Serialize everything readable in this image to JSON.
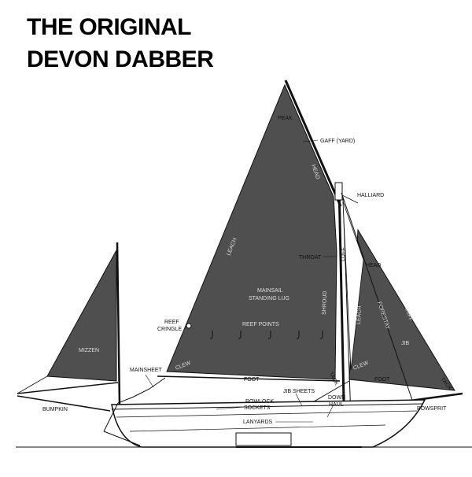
{
  "title": {
    "line1": "THE ORIGINAL",
    "line2": "DEVON DABBER"
  },
  "colors": {
    "sail": "#4f4f4f",
    "ink": "#111111",
    "background": "#ffffff"
  },
  "labels": {
    "peak": "PEAK",
    "gaff": "GAFF (YARD)",
    "head_main": "HEAD",
    "halliard": "HALLIARD",
    "leach_main": "LEACH",
    "throat": "THROAT",
    "luff_main": "LUFF",
    "head_jib": "HEAD",
    "mainsail": "MAINSAIL",
    "standing_lug": "STANDING LUG",
    "shroud": "SHROUD",
    "leach_jib": "LEACH",
    "forestay": "FORESTAY",
    "luff_jib": "LUFF",
    "reef": "REEF",
    "cringle": "CRINGLE",
    "reef_points": "REEF POINTS",
    "jib": "JIB",
    "mizzen": "MIZZEN",
    "mainsheet": "MAINSHEET",
    "clew_main": "CLEW",
    "foot_main": "FOOT",
    "tack_main": "TACK",
    "clew_jib": "CLEW",
    "foot_jib": "FOOT",
    "tack_jib": "TACK",
    "jib_sheets": "JIB SHEETS",
    "down": "DOWN",
    "haul": "HAUL",
    "rowlock": "ROWLOCK",
    "sockets": "SOCKETS",
    "bumpkin": "BUMPKIN",
    "bowsprit": "BOWSPRIT",
    "lanyards": "LANYARDS"
  }
}
